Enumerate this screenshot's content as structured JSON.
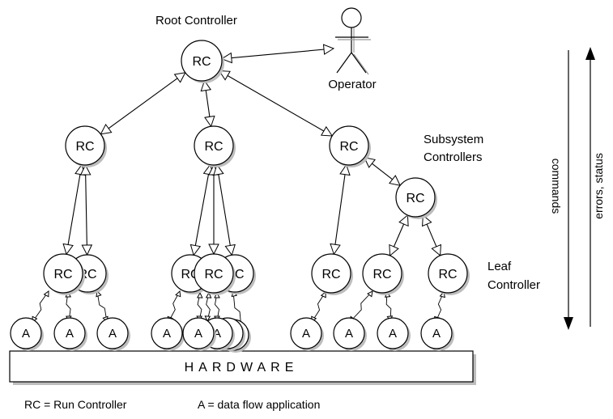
{
  "diagram": {
    "root_caption": "Root Controller",
    "operator_label": "Operator",
    "subsystem_caption": [
      "Subsystem",
      "Controllers"
    ],
    "leaf_caption": [
      "Leaf",
      "Controller"
    ],
    "node_label": "RC",
    "app_label": "A",
    "hardware_label": "HARDWARE",
    "commands_label": "commands",
    "errors_label": "errors, status",
    "legend_rc": "RC = Run Controller",
    "legend_app": "A = data flow application"
  }
}
